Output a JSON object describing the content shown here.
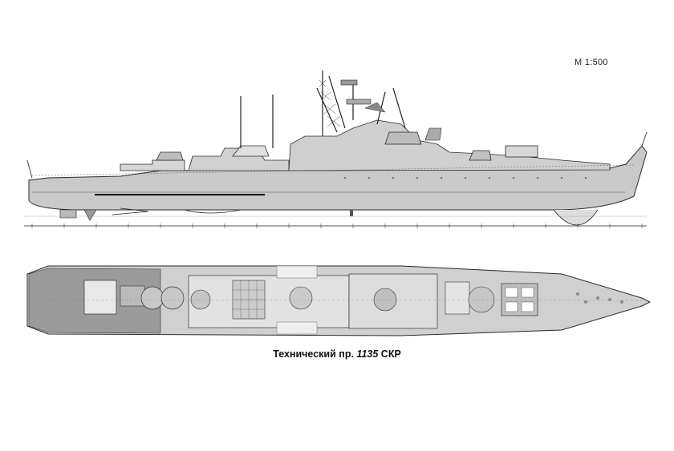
{
  "scale": "М 1:500",
  "caption": {
    "prefix": "Технический пр.",
    "number": "1135",
    "suffix": "СКР"
  },
  "colors": {
    "hull": "#c9c9c9",
    "deck": "#cfcfcf",
    "deck_dark": "#9b9b9b",
    "line": "#2a2a2a",
    "background": "#ffffff"
  }
}
